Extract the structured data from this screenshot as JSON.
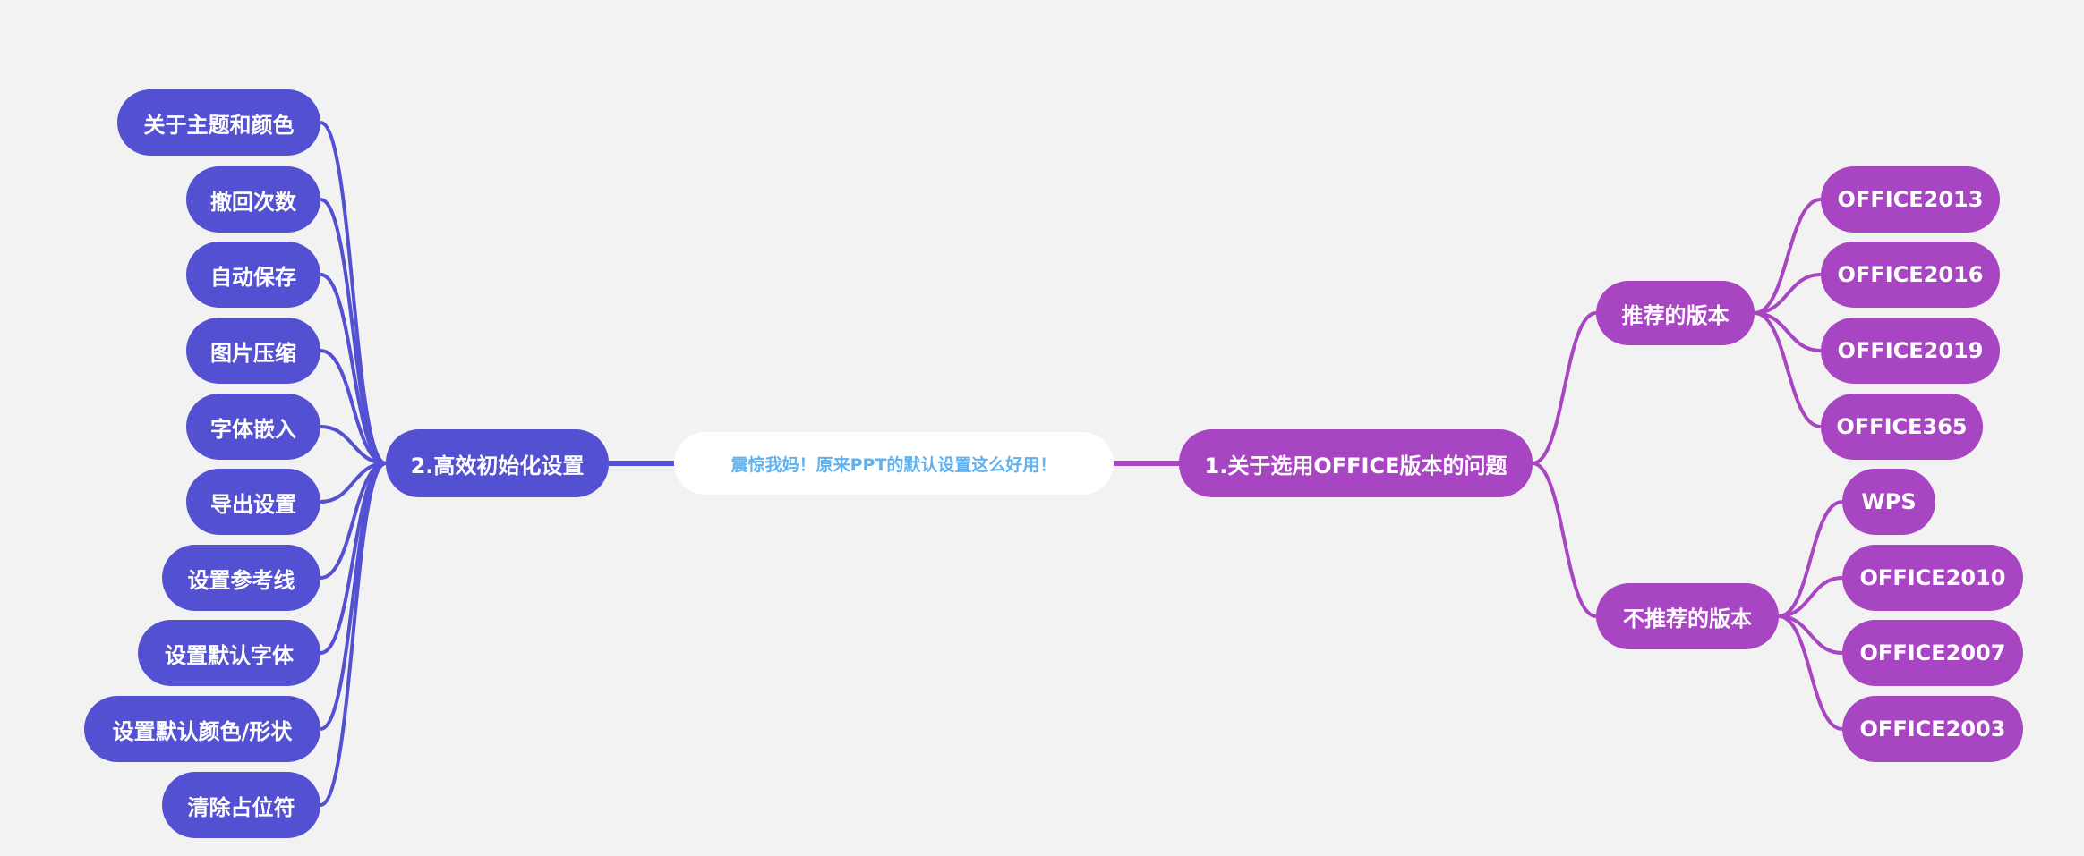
{
  "root": {
    "label": "震惊我妈！原来PPT的默认设置这么好用！"
  },
  "left_branch": {
    "label": "2.高效初始化设置",
    "color": "#5350d2",
    "children": [
      "关于主题和颜色",
      "撤回次数",
      "自动保存",
      "图片压缩",
      "字体嵌入",
      "导出设置",
      "设置参考线",
      "设置默认字体",
      "设置默认颜色/形状",
      "清除占位符"
    ]
  },
  "right_branch": {
    "label": "1.关于选用OFFICE版本的问题",
    "color": "#a845c2",
    "groups": [
      {
        "label": "推荐的版本",
        "children": [
          "OFFICE2013",
          "OFFICE2016",
          "OFFICE2019",
          "OFFICE365"
        ]
      },
      {
        "label": "不推荐的版本",
        "children": [
          "WPS",
          "OFFICE2010",
          "OFFICE2007",
          "OFFICE2003"
        ]
      }
    ]
  }
}
